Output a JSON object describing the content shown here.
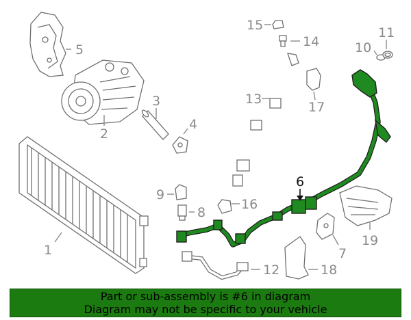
{
  "callouts": {
    "c1": "1",
    "c2": "2",
    "c3": "3",
    "c4": "4",
    "c5": "5",
    "c6": "6",
    "c7": "7",
    "c8": "8",
    "c9": "9",
    "c10": "10",
    "c11": "11",
    "c12": "12",
    "c13": "13",
    "c14": "14",
    "c15": "15",
    "c16": "16",
    "c17": "17",
    "c18": "18",
    "c19": "19"
  },
  "highlight_color": "#1f8a1f",
  "banner": {
    "line1": "Part or sub-assembly is #6 in diagram",
    "line2": "Diagram may not be specific to your vehicle",
    "color": "#1c7b10"
  }
}
